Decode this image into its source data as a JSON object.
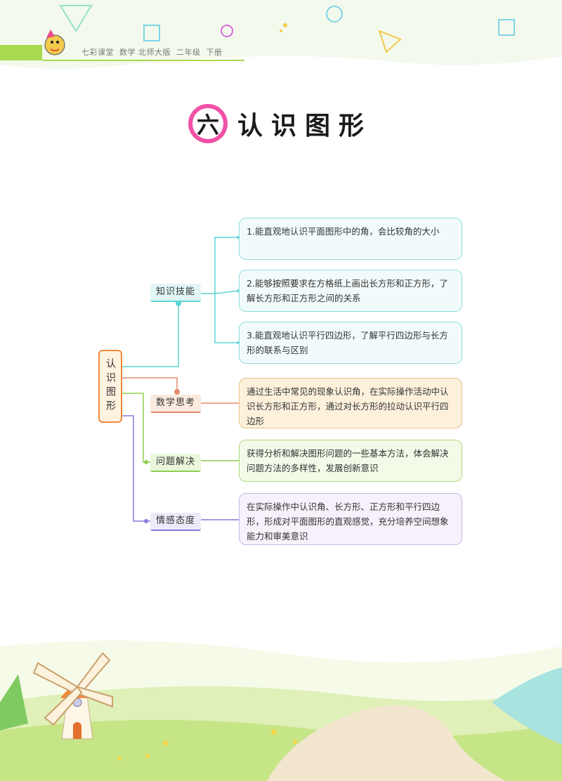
{
  "header": {
    "text": "七彩课堂  数学 北师大版  二年级  下册"
  },
  "title": {
    "chapter": "六",
    "text": "认识图形"
  },
  "mindmap": {
    "root": "认识图形",
    "branches": [
      {
        "label": "知识技能"
      },
      {
        "label": "数学思考"
      },
      {
        "label": "问题解决"
      },
      {
        "label": "情感态度"
      }
    ],
    "leaves": [
      {
        "text": "1.能直观地认识平面图形中的角，会比较角的大小"
      },
      {
        "text": "2.能够按照要求在方格纸上画出长方形和正方形，了解长方形和正方形之间的关系"
      },
      {
        "text": "3.能直观地认识平行四边形，了解平行四边形与长方形的联系与区别"
      },
      {
        "text": "通过生活中常见的现象认识角，在实际操作活动中认识长方形和正方形，通过对长方形的拉动认识平行四边形"
      },
      {
        "text": "获得分析和解决图形问题的一些基本方法，体会解决问题方法的多样性，发展创新意识"
      },
      {
        "text": "在实际操作中认识角、长方形、正方形和平行四边形，形成对平面图形的直观感觉，充分培养空间想象能力和审美意识"
      }
    ]
  },
  "colors": {
    "cyan": "#5bd3d3",
    "salmon": "#e58a6e",
    "green": "#8dcf4f",
    "purple": "#8a7ad8",
    "pink": "#f052a6",
    "orange": "#f08a3c"
  }
}
